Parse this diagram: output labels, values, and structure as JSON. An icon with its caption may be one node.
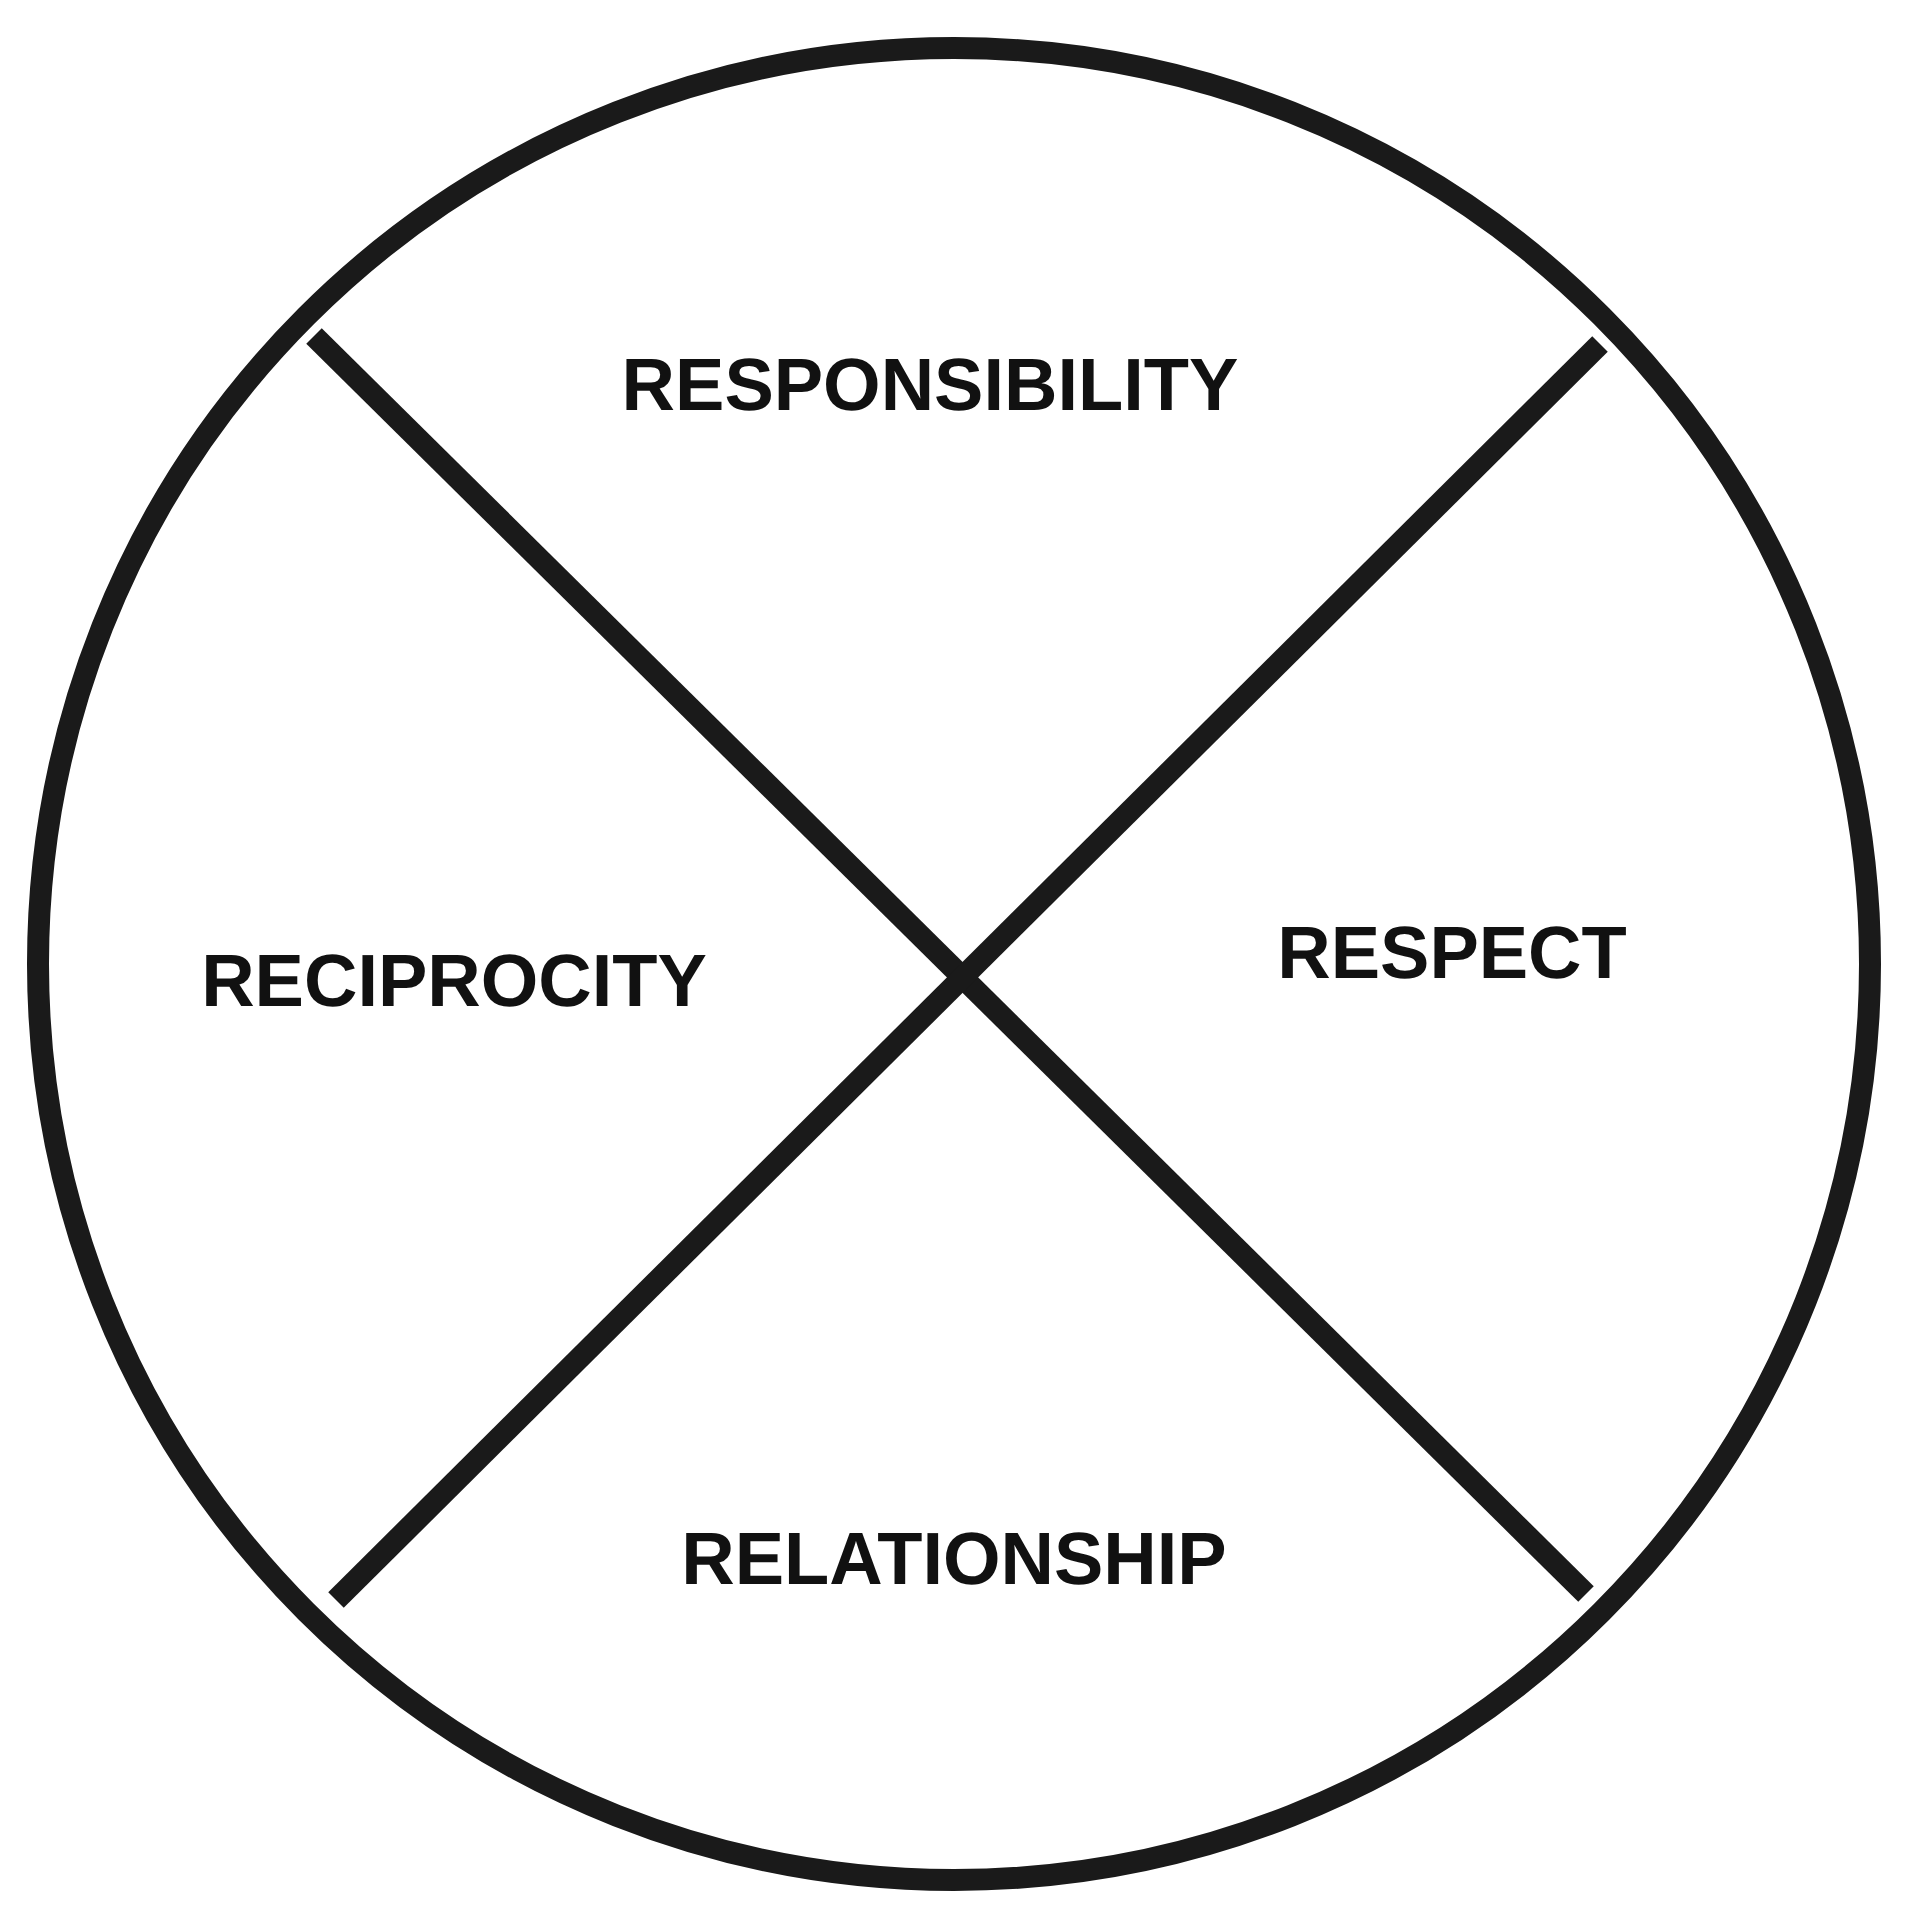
{
  "diagram": {
    "nodes": [
      {
        "text": [
          "RESPONSIBILITY"
        ]
      },
      {
        "text": [
          "RECIPROCITY"
        ]
      },
      {
        "text": [
          "RESPECT"
        ]
      },
      {
        "text": [
          "RELATIONSHIP"
        ]
      }
    ]
  }
}
